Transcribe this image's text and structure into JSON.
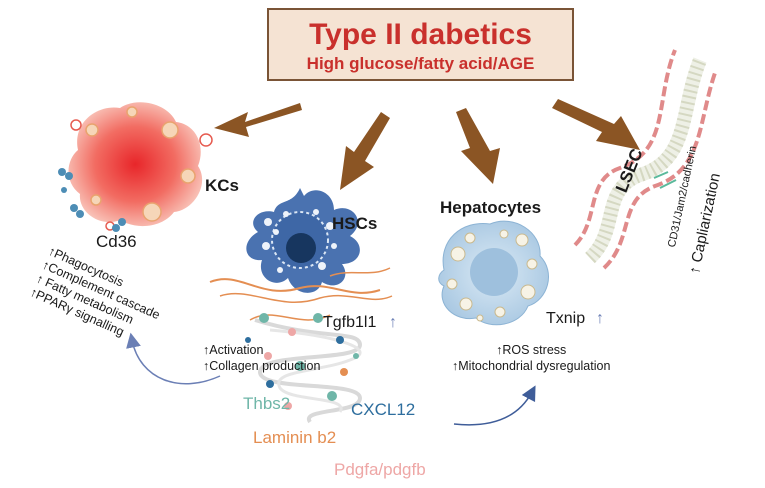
{
  "title": {
    "main": "Type II dabetics",
    "subtitle": "High glucose/fatty acid/AGE"
  },
  "kcs": {
    "label": "KCs",
    "marker": "Cd36",
    "effects": [
      "↑Phagocytosis",
      "↑Complement cascade",
      "↑ Fatty metabolism",
      "↑PPARγ signalling"
    ]
  },
  "hscs": {
    "label": "HSCs",
    "marker": "Tgfb1l1",
    "effects": [
      "↑Activation",
      "↑Collagen production"
    ],
    "ligands": [
      "Thbs2",
      "CXCL12",
      "Laminin b2",
      "Pdgfa/pdgfb"
    ]
  },
  "hepatocytes": {
    "label": "Hepatocytes",
    "marker": "Txnip",
    "effects": [
      "↑ROS stress",
      "↑Mitochondrial dysregulation"
    ]
  },
  "lsec": {
    "label": "LSEC",
    "marker": "CD31/Jam2/cadherin",
    "effect": "↑  Capliarization"
  },
  "icons": [
    "brown-arrow-icon",
    "up-arrow-icon",
    "curved-arrow-icon"
  ],
  "colors": {
    "title_red": "#c9302c",
    "title_bg": "#f5e3d3",
    "arrow_brown": "#8b5524",
    "kc_red": "#e8403d",
    "hsc_blue": "#4a72b0",
    "hep_blue": "#b8d3e8",
    "up_arrow": "#6b7fb5",
    "thbs2": "#6fb6a8",
    "cxcl12": "#2e6e9e",
    "laminin": "#e48e52",
    "pdgf": "#eea7a6"
  }
}
